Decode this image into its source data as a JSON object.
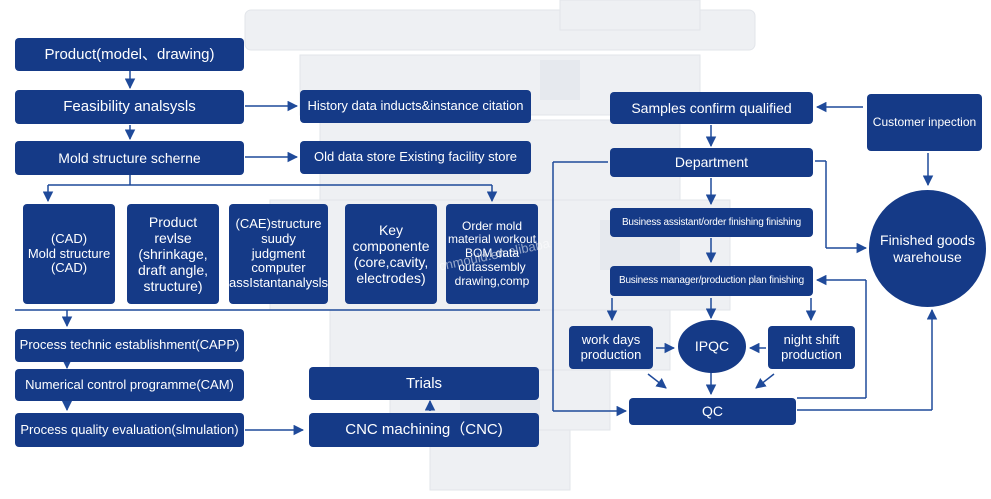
{
  "nodes": {
    "product": "Product(model、drawing)",
    "feasibility": "Feasibility analsysls",
    "mold_structure_scheme": "Mold structure scherne",
    "history_data": "History data inducts&instance citation",
    "old_data_store": "Old data store Existing facility store",
    "cad": "(CAD)\nMold structure\n(CAD)",
    "product_revise": "Product\nrevlse\n(shrinkage,\ndraft angle,\nstructure)",
    "cae": "(CAE)structure\nsuudy\njudgment\ncomputer\nassIstantanalysls",
    "key_components": "Key\ncomponente\n(core,cavity,\nelectrodes)",
    "order_mold_material": "Order mold\nmaterial workout\nBOM data\noutassembly\ndrawing,comp",
    "capp": "Process technic establishment(CAPP)",
    "cam": "Numerical control programme(CAM)",
    "simulation": "Process quality evaluation(slmulation)",
    "trials": "Trials",
    "cnc": "CNC machining（CNC)",
    "samples_confirm": "Samples confirm qualified",
    "customer_inspection": "Customer inpection",
    "department": "Department",
    "business_assistant": "Business assistant/order finishing finishing",
    "business_manager": "Business manager/production plan finishing",
    "finished_goods": "Finished goods\nwarehouse",
    "work_days": "work days\nproduction",
    "ipqc": "IPQC",
    "night_shift": "night shift\nproduction",
    "qc": "QC"
  },
  "watermark": "cnmould.en.alibaba",
  "colors": {
    "box_fill": "#153a87",
    "box_text": "#ffffff",
    "connector": "#1f4a9a"
  }
}
